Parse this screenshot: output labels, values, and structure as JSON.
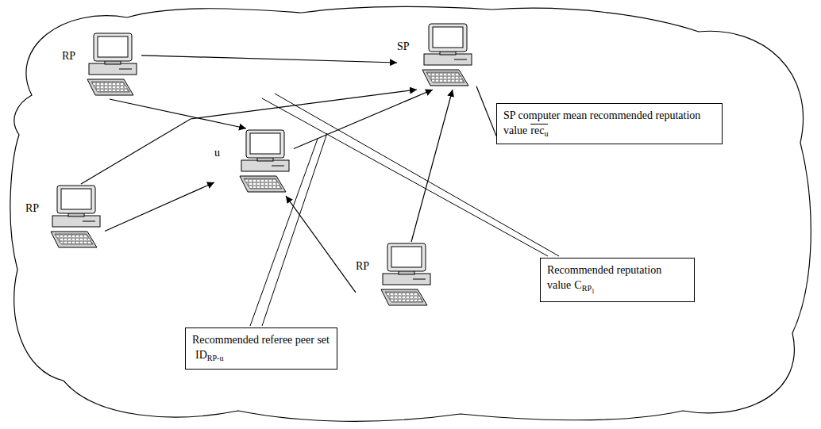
{
  "diagram": {
    "nodes": [
      {
        "text": [
          "RP"
        ]
      },
      {
        "text": [
          "SP"
        ]
      },
      {
        "text": [
          "SP computer mean recommended reputation value",
          "rec",
          "u"
        ]
      },
      {
        "text": [
          "RP"
        ]
      },
      {
        "text": [
          "u"
        ]
      },
      {
        "text": [
          "Recommended reputation value",
          "C",
          "RP",
          "1"
        ]
      },
      {
        "text": [
          "RP"
        ]
      },
      {
        "text": [
          "Recommended referee peer set",
          "ID",
          "RP-u"
        ]
      }
    ],
    "edges": [
      {
        "from": 0,
        "to": 1,
        "arrow": "to"
      },
      {
        "from": 0,
        "to": 4,
        "arrow": "to"
      },
      {
        "from": 3,
        "to": 1,
        "arrow": "to"
      },
      {
        "from": 3,
        "to": 4,
        "arrow": "to"
      },
      {
        "from": 4,
        "to": 1,
        "arrow": "to"
      },
      {
        "from": 6,
        "to": 1,
        "arrow": "to"
      },
      {
        "from": 6,
        "to": 4,
        "arrow": "to"
      },
      {
        "from": 1,
        "to": 2,
        "arrow": "none"
      }
    ]
  }
}
